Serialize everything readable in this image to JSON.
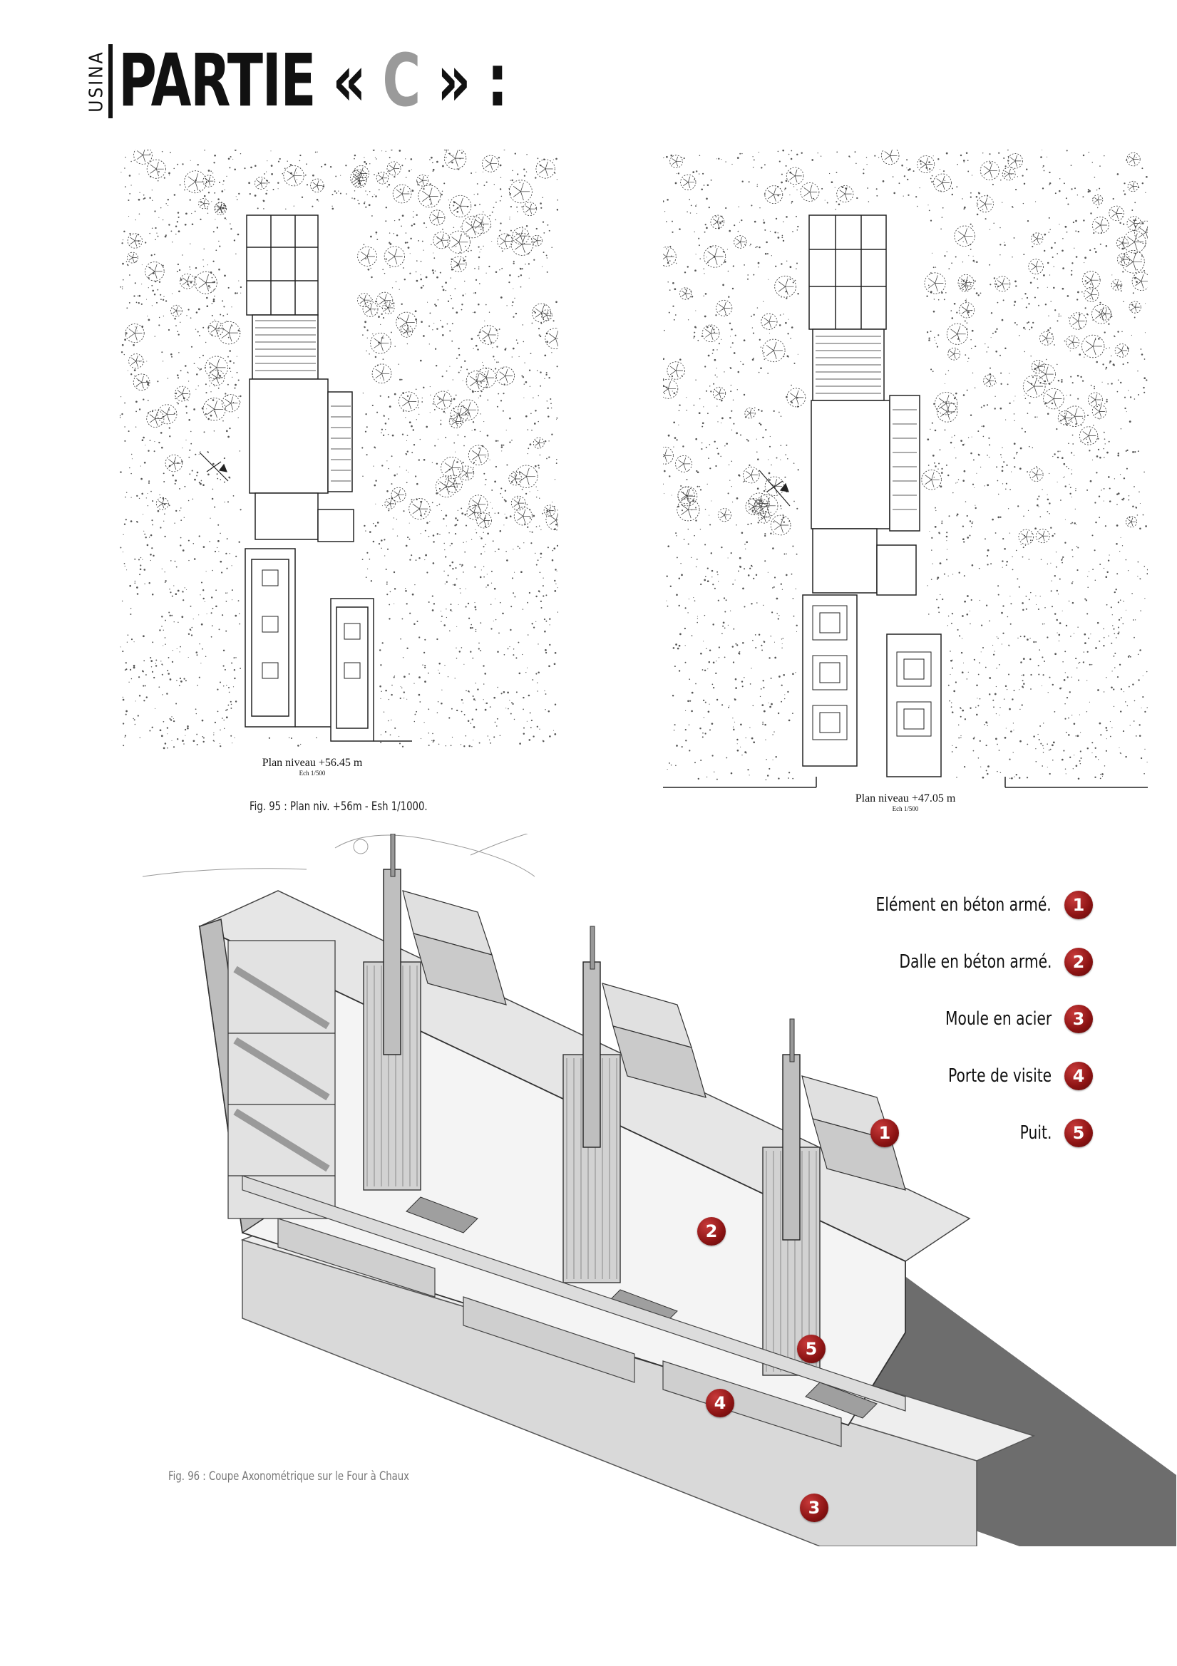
{
  "header": {
    "vertical_label": "USINA",
    "title_prefix": "PARTIE «",
    "title_letter": "C",
    "title_suffix": "» :"
  },
  "plan_left": {
    "level_label": "Plan niveau +56.45 m",
    "scale_label": "Ech 1/500"
  },
  "plan_right": {
    "level_label": "Plan niveau +47.05 m",
    "scale_label": "Ech 1/500"
  },
  "captions": {
    "fig95": "Fig. 95 : Plan niv. +56m - Esh 1/1000.",
    "fig96": "Fig. 96 : Coupe Axonométrique sur le Four à Chaux"
  },
  "legend": [
    {
      "number": "1",
      "text": "Elément en béton armé."
    },
    {
      "number": "2",
      "text": "Dalle en béton armé."
    },
    {
      "number": "3",
      "text": "Moule en acier"
    },
    {
      "number": "4",
      "text": "Porte de visite"
    },
    {
      "number": "5",
      "text": "Puit."
    }
  ],
  "callouts": [
    "1",
    "2",
    "5",
    "4",
    "3"
  ],
  "colors": {
    "badge_red": "#8b1313",
    "title_grey": "#9a9a9a"
  }
}
